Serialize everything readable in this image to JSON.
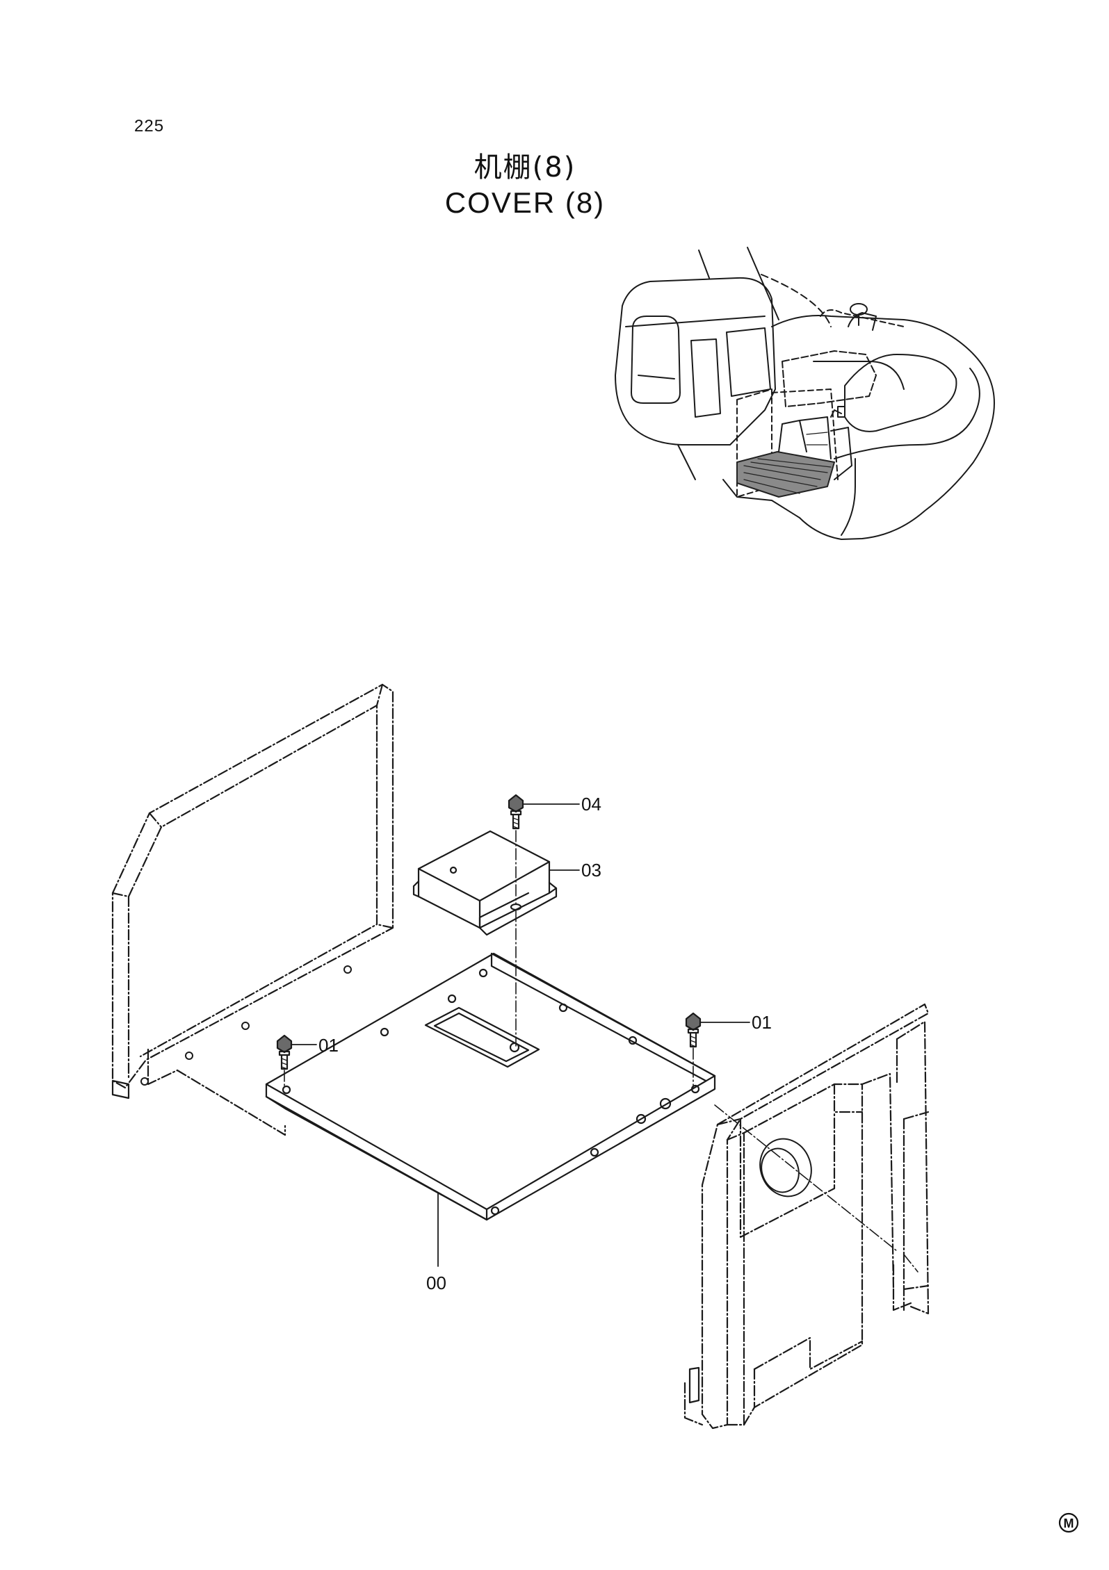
{
  "header": {
    "page_number": "225",
    "title_cn": "机棚(8)",
    "title_en": "COVER (8)"
  },
  "callouts": [
    {
      "id": "callout-04",
      "label": "04"
    },
    {
      "id": "callout-03",
      "label": "03"
    },
    {
      "id": "callout-01-left",
      "label": "01"
    },
    {
      "id": "callout-01-right",
      "label": "01"
    },
    {
      "id": "callout-00",
      "label": "00"
    }
  ],
  "footer": {
    "mark": "M"
  }
}
